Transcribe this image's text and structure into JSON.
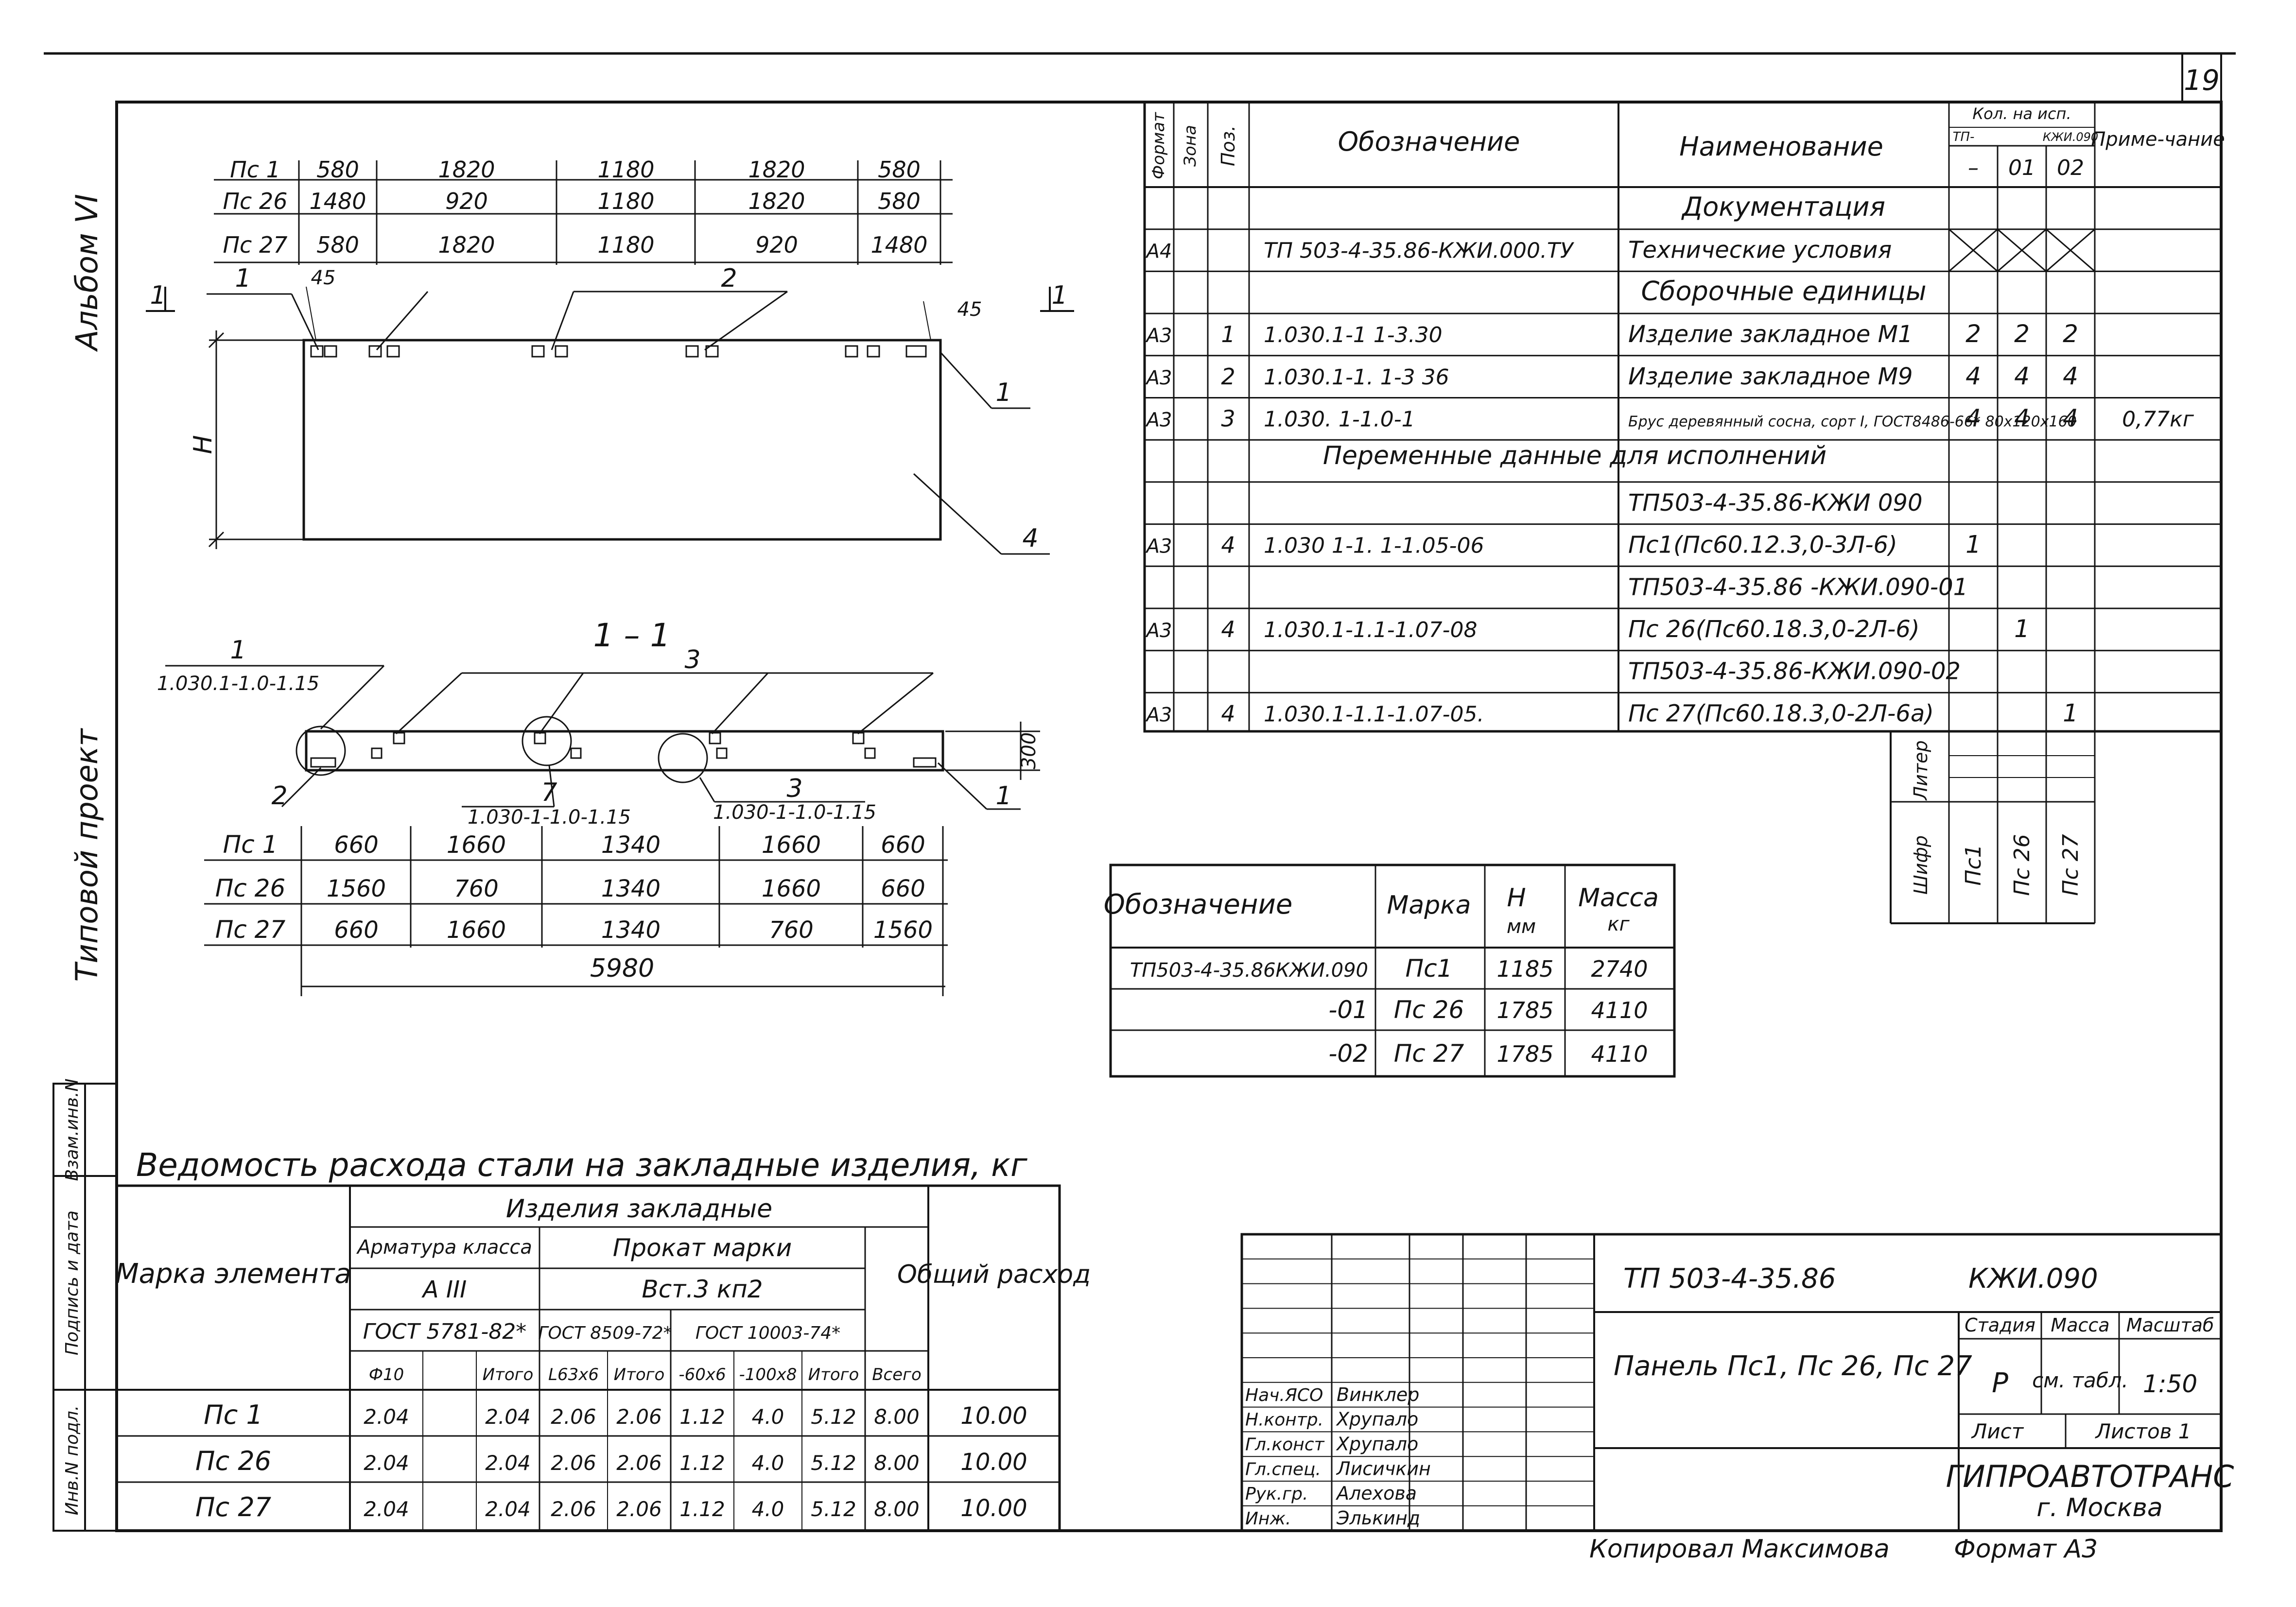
{
  "page_number": "19",
  "left_margin": {
    "album": "Альбом VI",
    "series": "Типовой проект",
    "stamp_labels": [
      "Инв.N подл.",
      "Подпись и дата",
      "Взам.инв.N"
    ]
  },
  "elevation": {
    "rows": [
      {
        "label": "Пс 1",
        "values": [
          "580",
          "1820",
          "1180",
          "1820",
          "580"
        ]
      },
      {
        "label": "Пс 26",
        "values": [
          "1480",
          "920",
          "1180",
          "1820",
          "580"
        ]
      },
      {
        "label": "Пс 27",
        "values": [
          "580",
          "1820",
          "1180",
          "920",
          "1480"
        ]
      }
    ],
    "callouts": {
      "c1": "1",
      "c2": "2",
      "c4": "4",
      "c1r": "1"
    },
    "dims": {
      "left": "45",
      "right": "45"
    },
    "height_label": "H",
    "cut_left": "1",
    "cut_right": "1"
  },
  "section": {
    "title": "1 – 1",
    "leader_left": "1",
    "leader_left_ref": "1.030.1-1.0-1.15",
    "leader_3": "3",
    "leader_2": "2",
    "leader_7": "7",
    "leader_7_ref": "1.030-1-1.0-1.15",
    "leader_3b": "3",
    "leader_3b_ref": "1.030-1-1.0-1.15",
    "leader_1r": "1",
    "height_dim": "300",
    "rows": [
      {
        "label": "Пс 1",
        "values": [
          "660",
          "1660",
          "1340",
          "1660",
          "660"
        ]
      },
      {
        "label": "Пс 26",
        "values": [
          "1560",
          "760",
          "1340",
          "1660",
          "660"
        ]
      },
      {
        "label": "Пс 27",
        "values": [
          "660",
          "1660",
          "1340",
          "760",
          "1560"
        ]
      }
    ],
    "total": "5980"
  },
  "spec": {
    "headers": {
      "format": "Формат",
      "zone": "Зона",
      "pos": "Поз.",
      "designation": "Обозначение",
      "name": "Наименование",
      "qty_top": "Кол. на исп.",
      "qty_tp": "ТП-",
      "qty_kzhi": "КЖИ.090",
      "qty_cols": [
        "–",
        "01",
        "02"
      ],
      "note": "Приме-чание"
    },
    "rows": [
      {
        "fmt": "",
        "zone": "",
        "pos": "",
        "code": "",
        "name": "Документация",
        "q1": "",
        "q2": "",
        "q3": "",
        "note": "",
        "style": "section"
      },
      {
        "fmt": "А4",
        "zone": "",
        "pos": "",
        "code": "ТП 503-4-35.86-КЖИ.000.ТУ",
        "name": "Технические условия",
        "q1": "",
        "q2": "",
        "q3": "",
        "note": "",
        "style": "crossed"
      },
      {
        "fmt": "",
        "zone": "",
        "pos": "",
        "code": "",
        "name": "Сборочные единицы",
        "q1": "",
        "q2": "",
        "q3": "",
        "note": "",
        "style": "section"
      },
      {
        "fmt": "А3",
        "zone": "",
        "pos": "1",
        "code": "1.030.1-1 1-3.30",
        "name": "Изделие закладное М1",
        "q1": "2",
        "q2": "2",
        "q3": "2",
        "note": "",
        "style": "normal"
      },
      {
        "fmt": "А3",
        "zone": "",
        "pos": "2",
        "code": "1.030.1-1. 1-3 36",
        "name": "Изделие закладное М9",
        "q1": "4",
        "q2": "4",
        "q3": "4",
        "note": "",
        "style": "normal"
      },
      {
        "fmt": "А3",
        "zone": "",
        "pos": "3",
        "code": "1.030. 1-1.0-1",
        "name": "Брус деревянный сосна, сорт I, ГОСТ8486-66* 80х120х160",
        "q1": "4",
        "q2": "4",
        "q3": "4",
        "note": "0,77кг",
        "style": "small"
      },
      {
        "fmt": "",
        "zone": "",
        "pos": "",
        "code": "",
        "name": "",
        "q1": "",
        "q2": "",
        "q3": "",
        "note": "",
        "style": "variable"
      },
      {
        "fmt": "",
        "zone": "",
        "pos": "",
        "code": "",
        "name": "ТП503-4-35.86-КЖИ 090",
        "q1": "",
        "q2": "",
        "q3": "",
        "note": "",
        "style": "normal"
      },
      {
        "fmt": "А3",
        "zone": "",
        "pos": "4",
        "code": "1.030 1-1. 1-1.05-06",
        "name": "Пс1(Пс60.12.3,0-3Л-6)",
        "q1": "1",
        "q2": "",
        "q3": "",
        "note": "",
        "style": "normal"
      },
      {
        "fmt": "",
        "zone": "",
        "pos": "",
        "code": "",
        "name": "ТП503-4-35.86 -КЖИ.090-01",
        "q1": "",
        "q2": "",
        "q3": "",
        "note": "",
        "style": "normal"
      },
      {
        "fmt": "А3",
        "zone": "",
        "pos": "4",
        "code": "1.030.1-1.1-1.07-08",
        "name": "Пс 26(Пс60.18.3,0-2Л-6)",
        "q1": "",
        "q2": "1",
        "q3": "",
        "note": "",
        "style": "normal"
      },
      {
        "fmt": "",
        "zone": "",
        "pos": "",
        "code": "",
        "name": "ТП503-4-35.86-КЖИ.090-02",
        "q1": "",
        "q2": "",
        "q3": "",
        "note": "",
        "style": "normal"
      },
      {
        "fmt": "А3",
        "zone": "",
        "pos": "4",
        "code": "1.030.1-1.1-1.07-05.",
        "name": "Пс 27(Пс60.18.3,0-2Л-6а)",
        "q1": "",
        "q2": "",
        "q3": "1",
        "note": "",
        "style": "normal"
      }
    ],
    "variable_text": "Переменные данные для исполнений",
    "litera": "Литер",
    "shifr": "Шифр",
    "shifr_values": [
      "Пс1",
      "Пс 26",
      "Пс 27"
    ]
  },
  "mass_table": {
    "headers": {
      "designation": "Обозначение",
      "mark": "Марка",
      "h": "H",
      "h_unit": "мм",
      "mass": "Масса",
      "mass_unit": "кг"
    },
    "rows": [
      {
        "designation": "ТП503-4-35.86КЖИ.090",
        "mark": "Пс1",
        "h": "1185",
        "mass": "2740"
      },
      {
        "designation": "-01",
        "mark": "Пс 26",
        "h": "1785",
        "mass": "4110"
      },
      {
        "designation": "-02",
        "mark": "Пс 27",
        "h": "1785",
        "mass": "4110"
      }
    ]
  },
  "steel_table": {
    "title": "Ведомость расхода стали на закладные изделия, кг",
    "headers": {
      "mark": "Марка элемента",
      "embedded": "Изделия закладные",
      "rebar": "Арматура класса",
      "rebar_class": "А III",
      "rebar_gost": "ГОСТ 5781-82*",
      "rolled": "Прокат марки",
      "rolled_grade": "Вст.3 кп2",
      "gost1": "ГОСТ 8509-72*",
      "gost2": "ГОСТ 10003-74*",
      "total": "Общий расход",
      "sub": [
        "Ф10",
        "",
        "Итого",
        "L63х6",
        "Итого",
        "-60х6",
        "-100х8",
        "Итого",
        "Всего"
      ]
    },
    "rows": [
      {
        "mark": "Пс 1",
        "values": [
          "2.04",
          "",
          "2.04",
          "2.06",
          "2.06",
          "1.12",
          "4.0",
          "5.12",
          "8.00"
        ],
        "total": "10.00"
      },
      {
        "mark": "Пс 26",
        "values": [
          "2.04",
          "",
          "2.04",
          "2.06",
          "2.06",
          "1.12",
          "4.0",
          "5.12",
          "8.00"
        ],
        "total": "10.00"
      },
      {
        "mark": "Пс 27",
        "values": [
          "2.04",
          "",
          "2.04",
          "2.06",
          "2.06",
          "1.12",
          "4.0",
          "5.12",
          "8.00"
        ],
        "total": "10.00"
      }
    ]
  },
  "title_block": {
    "project": "ТП 503-4-35.86",
    "doc": "КЖИ.090",
    "name": "Панель Пс1, Пс 26, Пс 27",
    "stage_label": "Стадия",
    "mass_label": "Масса",
    "scale_label": "Масштаб",
    "stage": "Р",
    "mass": "см. табл.",
    "scale": "1:50",
    "sheet_label": "Лист",
    "sheets_label": "Листов 1",
    "org": "ГИПРОАВТОТРАНС",
    "city": "г. Москва",
    "signers": [
      {
        "role": "Нач.ЯСО",
        "name": "Винклер"
      },
      {
        "role": "Н.контр.",
        "name": "Хрупало"
      },
      {
        "role": "Гл.конст",
        "name": "Хрупало"
      },
      {
        "role": "Гл.спец.",
        "name": "Лисичкин"
      },
      {
        "role": "Рук.гр.",
        "name": "Алехова"
      },
      {
        "role": "Инж.",
        "name": "Элькинд"
      }
    ]
  },
  "footer": {
    "copied": "Копировал Максимова",
    "format": "Формат А3"
  }
}
